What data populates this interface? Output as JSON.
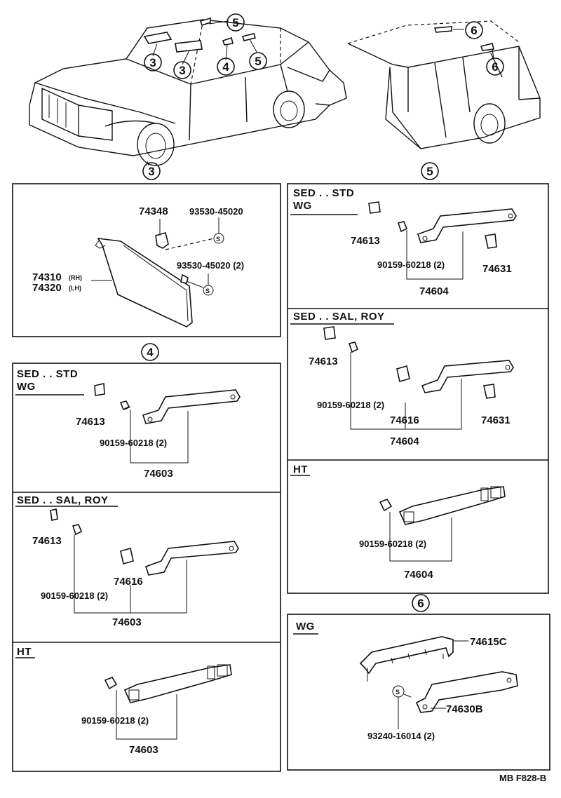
{
  "callouts": {
    "overview": [
      "3",
      "3",
      "3",
      "4",
      "5",
      "5",
      "6",
      "6"
    ],
    "section_4": "4",
    "section_5": "5",
    "section_6": "6"
  },
  "visor_box": {
    "clip_part": "74348",
    "screw_top": "93530-45020",
    "screw_bottom": "93530-45020 (2)",
    "visor_rh": "74310",
    "visor_rh_suffix": "(RH)",
    "visor_lh": "74320",
    "visor_lh_suffix": "(LH)",
    "s_symbol": "S"
  },
  "left_panels": [
    {
      "header_line1": "SED . . STD",
      "header_line2": "WG",
      "clip": "74613",
      "screw": "90159-60218 (2)",
      "assembly": "74603"
    },
    {
      "header_line1": "SED . . SAL, ROY",
      "clip": "74613",
      "bracket": "74616",
      "screw": "90159-60218 (2)",
      "assembly": "74603"
    },
    {
      "header_line1": "HT",
      "screw": "90159-60218 (2)",
      "assembly": "74603"
    }
  ],
  "right_panels": [
    {
      "header_line1": "SED . . STD",
      "header_line2": "WG",
      "clip": "74613",
      "hook": "74631",
      "screw": "90159-60218 (2)",
      "assembly": "74604"
    },
    {
      "header_line1": "SED . . SAL, ROY",
      "clip": "74613",
      "bracket": "74616",
      "hook": "74631",
      "screw": "90159-60218 (2)",
      "assembly": "74604"
    },
    {
      "header_line1": "HT",
      "screw": "90159-60218 (2)",
      "assembly": "74604"
    }
  ],
  "wg_box": {
    "header": "WG",
    "rail": "74615C",
    "grip": "74630B",
    "screw": "93240-16014 (2)",
    "s_symbol": "S"
  },
  "footer": {
    "code": "MB  F828-B"
  }
}
